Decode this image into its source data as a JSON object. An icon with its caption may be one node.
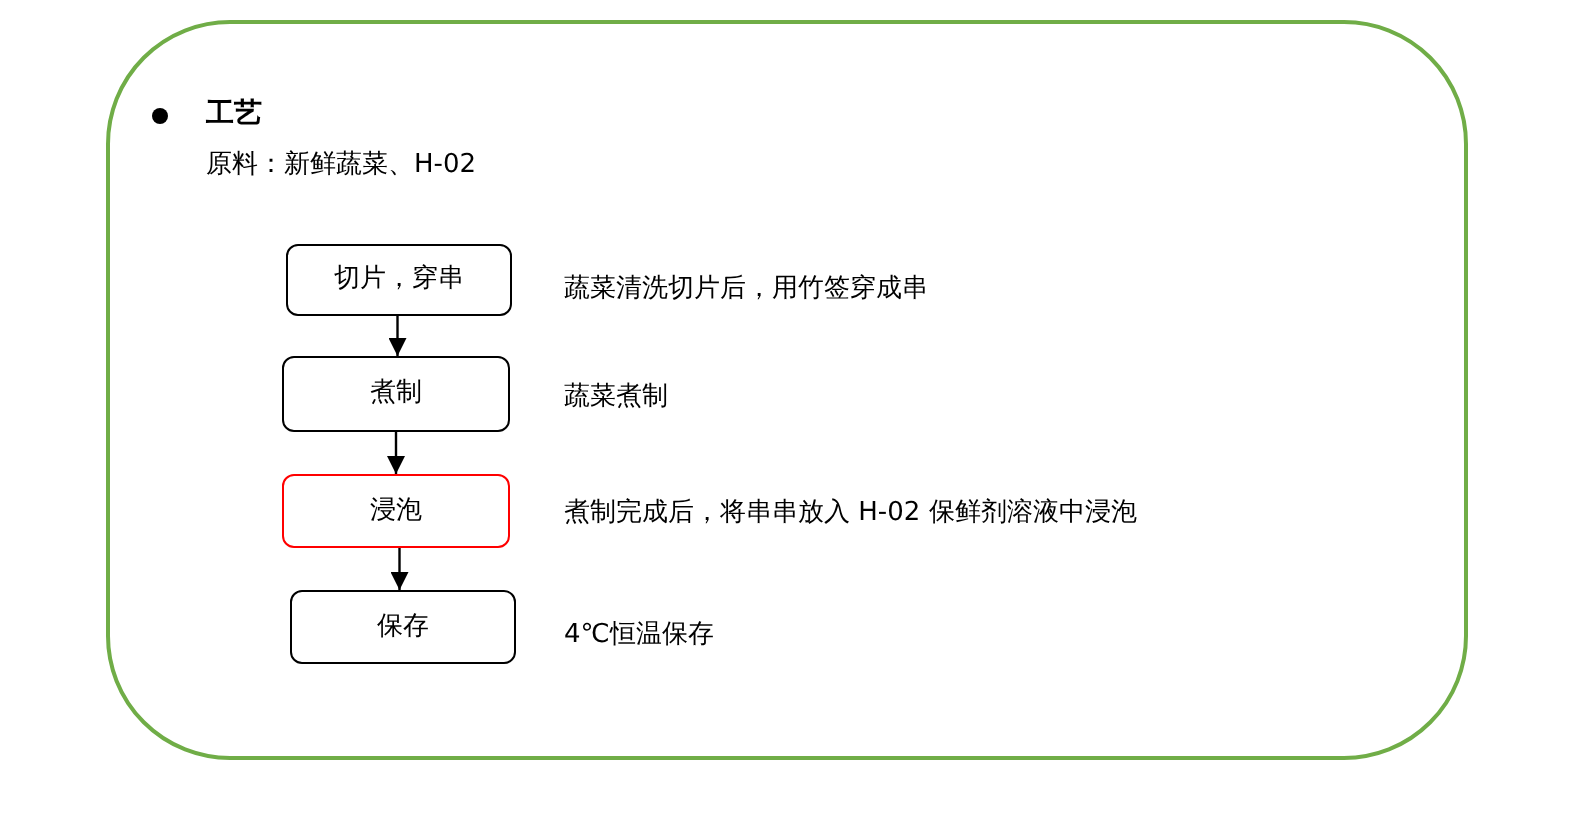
{
  "diagram": {
    "nodes": [
      {
        "text": [
          "工艺",
          "原料：新鲜蔬菜、H-02"
        ]
      },
      {
        "text": [
          "切片，穿串"
        ],
        "in": 0,
        "beside": [
          "蔬菜清洗切片后，用竹签穿成串"
        ]
      },
      {
        "text": [
          "煮制"
        ],
        "in": 0,
        "beside": [
          "蔬菜煮制"
        ]
      },
      {
        "text": [
          "浸泡"
        ],
        "in": 0,
        "beside": [
          "煮制完成后，将串串放入 H-02 保鲜剂溶液中浸泡"
        ]
      },
      {
        "text": [
          "保存"
        ],
        "in": 0,
        "beside": [
          "4℃恒温保存"
        ]
      }
    ],
    "edges": [
      {
        "from": 1,
        "to": 2,
        "arrow": "to"
      },
      {
        "from": 2,
        "to": 3,
        "arrow": "to"
      },
      {
        "from": 3,
        "to": 4,
        "arrow": "to"
      }
    ]
  }
}
